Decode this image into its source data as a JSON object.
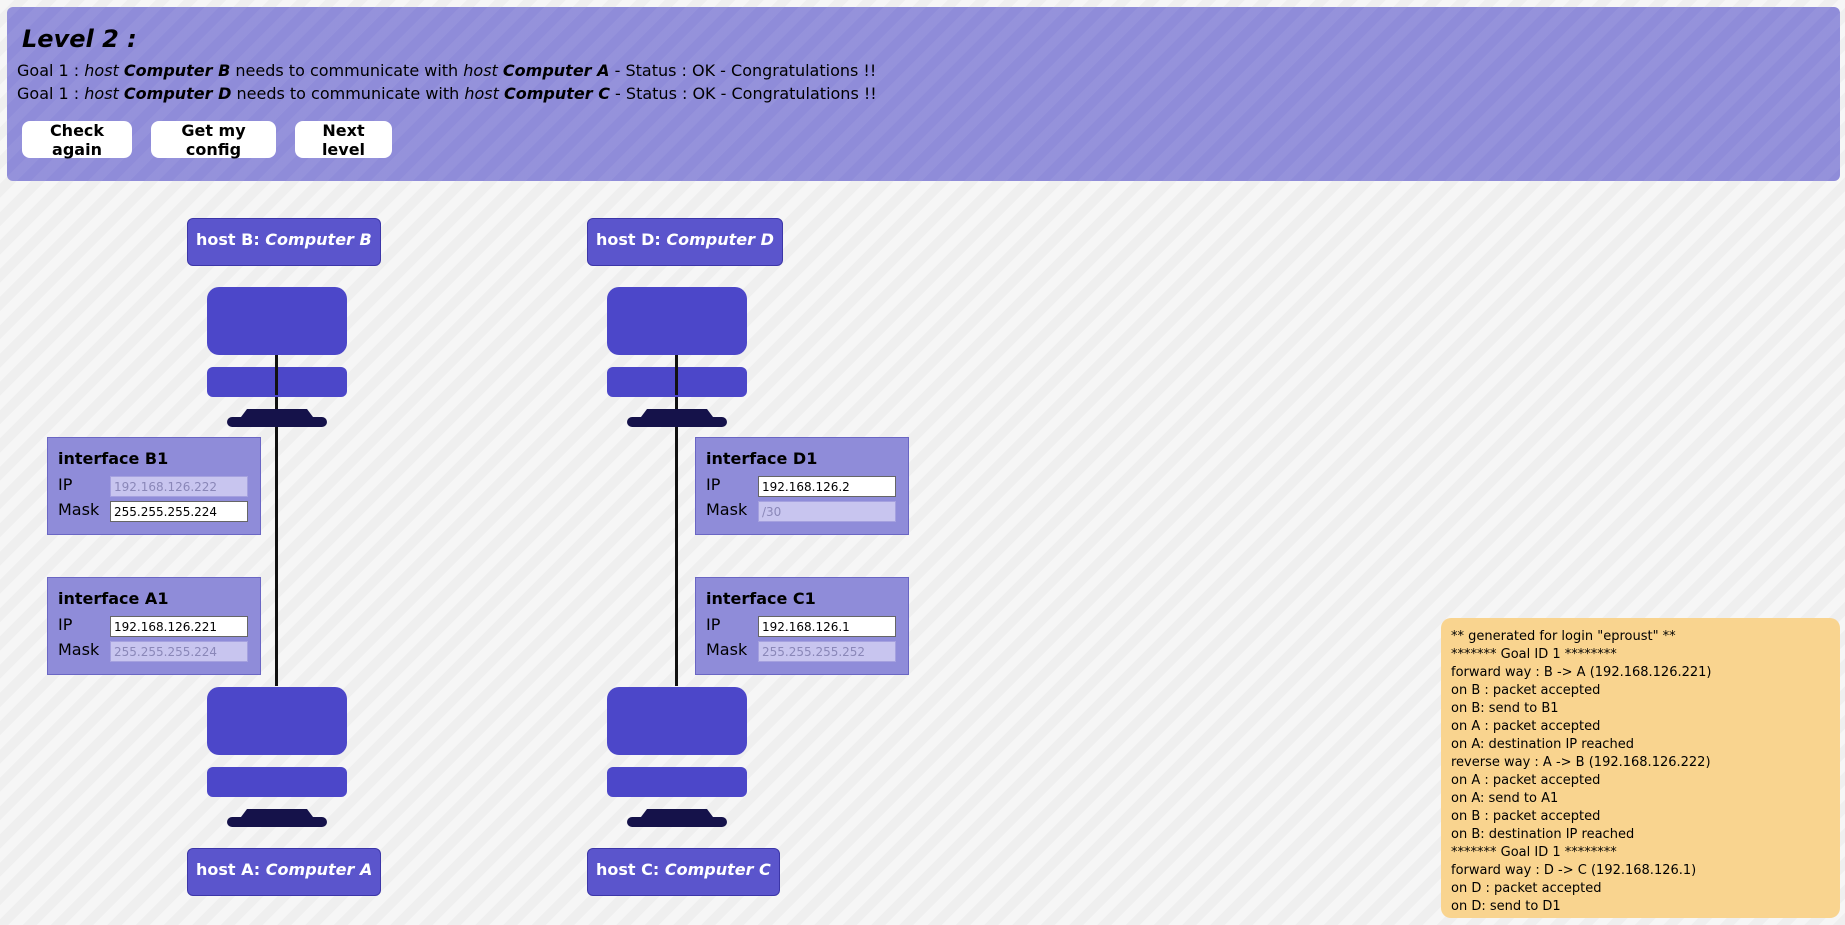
{
  "header": {
    "level_title": "Level 2 :",
    "goals": [
      {
        "prefix": "Goal 1 : ",
        "host_word": "host",
        "source": "Computer B",
        "middle": " needs to communicate with ",
        "host_word2": "host",
        "target": "Computer A",
        "status": " - Status : OK - Congratulations !!"
      },
      {
        "prefix": "Goal 1 : ",
        "host_word": "host",
        "source": "Computer D",
        "middle": " needs to communicate with ",
        "host_word2": "host",
        "target": "Computer C",
        "status": " - Status : OK - Congratulations !!"
      }
    ],
    "buttons": {
      "check": "Check again",
      "config": "Get my config",
      "next": "Next level"
    }
  },
  "hosts": {
    "B": {
      "prefix": "host B: ",
      "name": "Computer B"
    },
    "A": {
      "prefix": "host A: ",
      "name": "Computer A"
    },
    "D": {
      "prefix": "host D: ",
      "name": "Computer D"
    },
    "C": {
      "prefix": "host C: ",
      "name": "Computer C"
    }
  },
  "interfaces": {
    "B1": {
      "title": "interface B1",
      "ip_label": "IP",
      "mask_label": "Mask",
      "ip": "192.168.126.222",
      "mask": "255.255.255.224"
    },
    "A1": {
      "title": "interface A1",
      "ip_label": "IP",
      "mask_label": "Mask",
      "ip": "192.168.126.221",
      "mask": "255.255.255.224"
    },
    "D1": {
      "title": "interface D1",
      "ip_label": "IP",
      "mask_label": "Mask",
      "ip": "192.168.126.2",
      "mask": "/30"
    },
    "C1": {
      "title": "interface C1",
      "ip_label": "IP",
      "mask_label": "Mask",
      "ip": "192.168.126.1",
      "mask": "255.255.255.252"
    }
  },
  "log_lines": [
    "** generated for login \"eproust\" **",
    "******* Goal ID 1 ********",
    "forward way : B -> A (192.168.126.221)",
    "on B : packet accepted",
    "on B: send to B1",
    "on A : packet accepted",
    "on A: destination IP reached",
    "reverse way : A -> B (192.168.126.222)",
    "on A : packet accepted",
    "on A: send to A1",
    "on B : packet accepted",
    "on B: destination IP reached",
    "******* Goal ID 1 ********",
    "forward way : D -> C (192.168.126.1)",
    "on D : packet accepted",
    "on D: send to D1"
  ],
  "colors": {
    "header_bg": "#8f8cd9",
    "host_label_bg": "#5b55cc",
    "computer_body": "#4c47c9",
    "computer_stand": "#15124a",
    "log_bg": "#f9d48f"
  }
}
